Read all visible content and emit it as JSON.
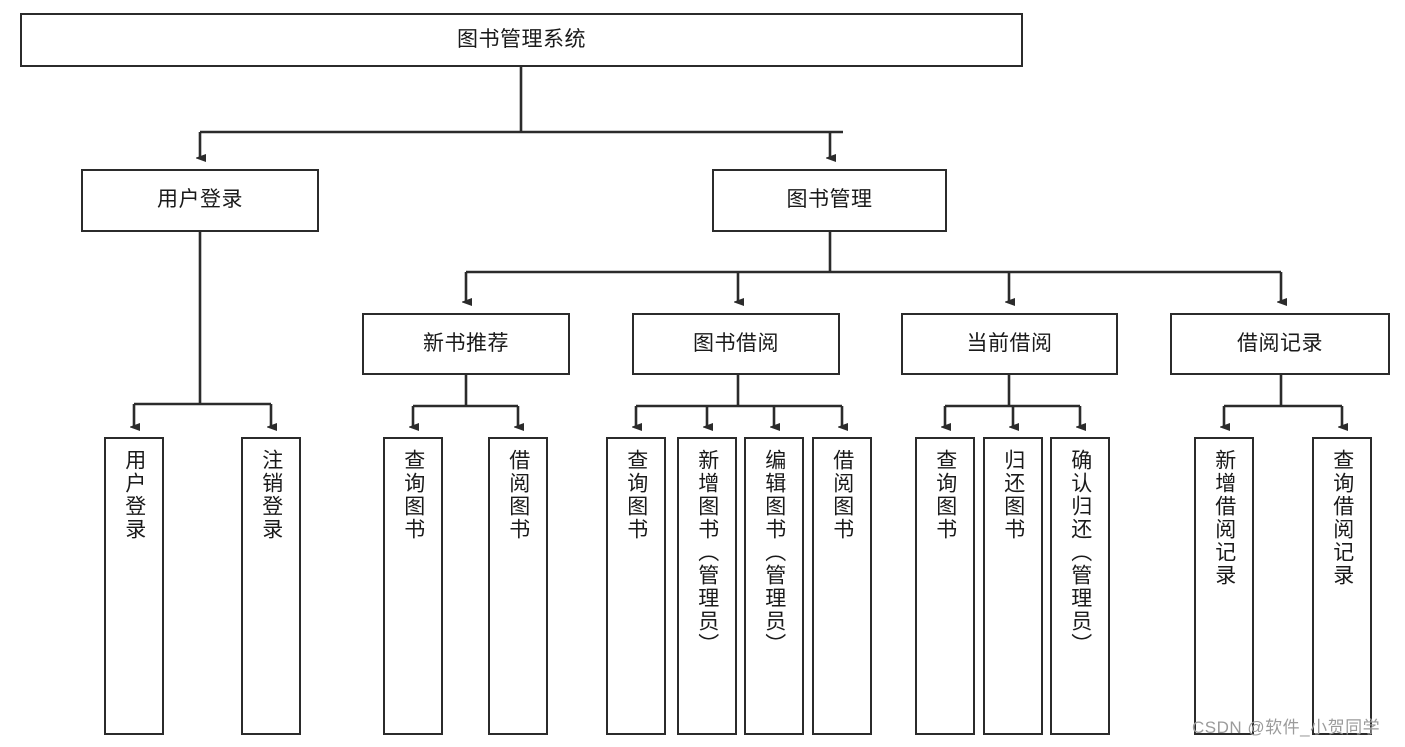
{
  "diagram": {
    "type": "tree-hierarchy",
    "title": "图书管理系统",
    "root": {
      "id": "root",
      "label": "图书管理系统"
    },
    "level2": [
      {
        "id": "user-login",
        "label": "用户登录"
      },
      {
        "id": "book-manage",
        "label": "图书管理"
      }
    ],
    "level3": [
      {
        "id": "new-book-rec",
        "label": "新书推荐",
        "parent": "book-manage"
      },
      {
        "id": "book-borrow",
        "label": "图书借阅",
        "parent": "book-manage"
      },
      {
        "id": "current-borrow",
        "label": "当前借阅",
        "parent": "book-manage"
      },
      {
        "id": "borrow-record",
        "label": "借阅记录",
        "parent": "book-manage"
      }
    ],
    "leaves": {
      "user_login": [
        {
          "id": "leaf-user-login",
          "label": "用户登录"
        },
        {
          "id": "leaf-logout",
          "label": "注销登录"
        }
      ],
      "new_book_rec": [
        {
          "id": "leaf-query-book-1",
          "label": "查询图书"
        },
        {
          "id": "leaf-borrow-book-1",
          "label": "借阅图书"
        }
      ],
      "book_borrow": [
        {
          "id": "leaf-query-book-2",
          "label": "查询图书"
        },
        {
          "id": "leaf-add-book",
          "label": "新增图书（管理员）"
        },
        {
          "id": "leaf-edit-book",
          "label": "编辑图书（管理员）"
        },
        {
          "id": "leaf-borrow-book-2",
          "label": "借阅图书"
        }
      ],
      "current_borrow": [
        {
          "id": "leaf-query-book-3",
          "label": "查询图书"
        },
        {
          "id": "leaf-return-book",
          "label": "归还图书"
        },
        {
          "id": "leaf-confirm-return",
          "label": "确认归还（管理员）"
        }
      ],
      "borrow_record": [
        {
          "id": "leaf-add-record",
          "label": "新增借阅记录"
        },
        {
          "id": "leaf-query-record",
          "label": "查询借阅记录"
        }
      ]
    }
  },
  "watermark": {
    "text": "CSDN @软件_小贺同学"
  },
  "colors": {
    "stroke": "#2b2b2b",
    "background": "#ffffff",
    "text": "#1a1a1a",
    "watermark": "#9b9b9b"
  }
}
